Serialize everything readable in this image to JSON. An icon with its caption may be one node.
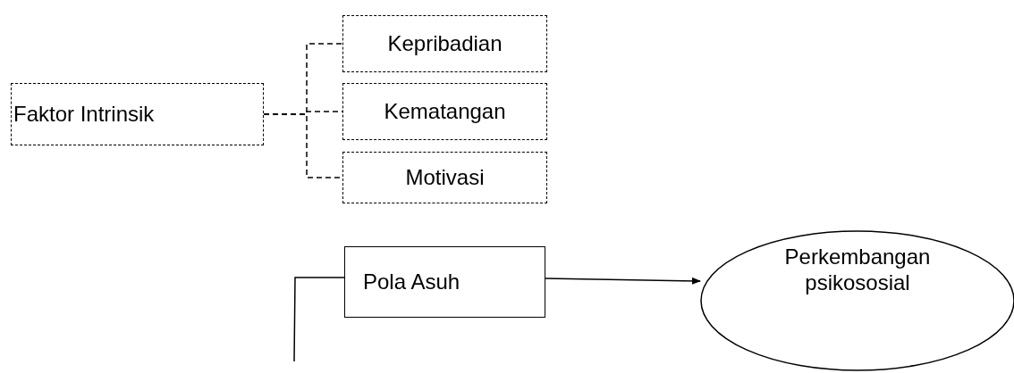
{
  "diagram": {
    "nodes": [
      {
        "text": [
          "Faktor Intrinsik"
        ]
      },
      {
        "text": [
          "Kepribadian"
        ]
      },
      {
        "text": [
          "Kematangan"
        ]
      },
      {
        "text": [
          "Motivasi"
        ]
      },
      {
        "text": [
          "Pola Asuh"
        ]
      },
      {
        "text": [
          "Perkembangan psikososial"
        ]
      }
    ],
    "edges": [
      {
        "from": 0,
        "to": 1,
        "arrow": "none",
        "style": "dashed"
      },
      {
        "from": 0,
        "to": 2,
        "arrow": "none",
        "style": "dashed"
      },
      {
        "from": 0,
        "to": 3,
        "arrow": "none",
        "style": "dashed"
      },
      {
        "from": 4,
        "to": 5,
        "arrow": "to"
      },
      {
        "from": null,
        "to": 4,
        "arrow": "none"
      }
    ]
  }
}
